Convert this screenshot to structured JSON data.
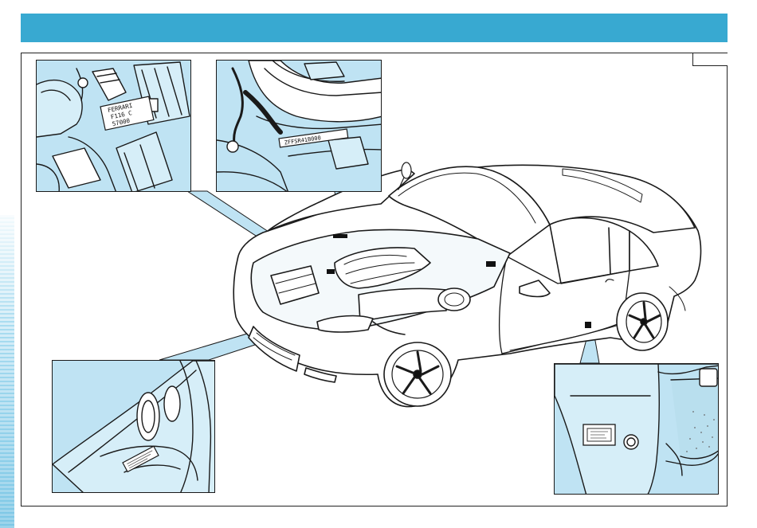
{
  "page": {
    "header_title": "",
    "page_number": ""
  },
  "insets": {
    "engine_label": {
      "line1": "FERRARI",
      "line2": "F116 C",
      "line3": "57000"
    },
    "chassis_plate": {
      "text": "ZFFSR41B000"
    }
  },
  "colors": {
    "header_blue": "#38a9d1",
    "inset_blue": "#bfe3f3",
    "line": "#1a1a1a"
  }
}
